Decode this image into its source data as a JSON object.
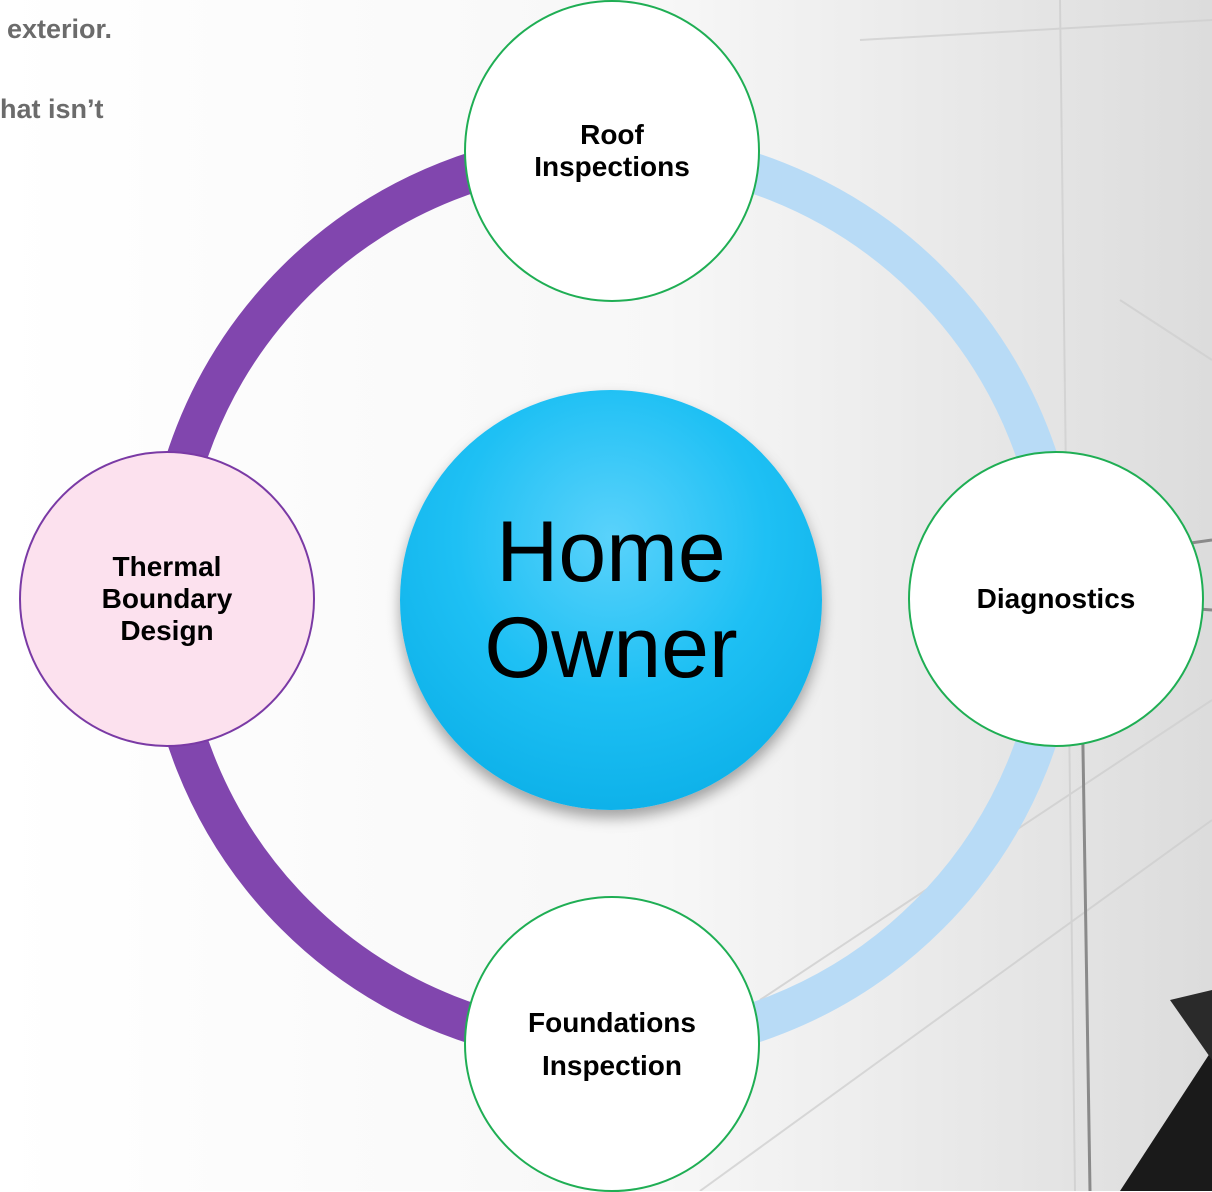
{
  "clipped_text": {
    "line1": "exterior.",
    "line2": "hat isn’t"
  },
  "center": {
    "label": "Home\nOwner"
  },
  "nodes": {
    "roof": "Roof\nInspections",
    "diagnostics": "Diagnostics",
    "foundations": "Foundations\nInspection",
    "thermal": "Thermal\nBoundary\nDesign"
  },
  "colors": {
    "ring_left": "#8146ae",
    "ring_right": "#b8dbf6",
    "node_border": "#1fae54",
    "thermal_fill": "#fce1ee",
    "thermal_border": "#7a3aa5",
    "hub_fill": "#0fb8f0"
  }
}
